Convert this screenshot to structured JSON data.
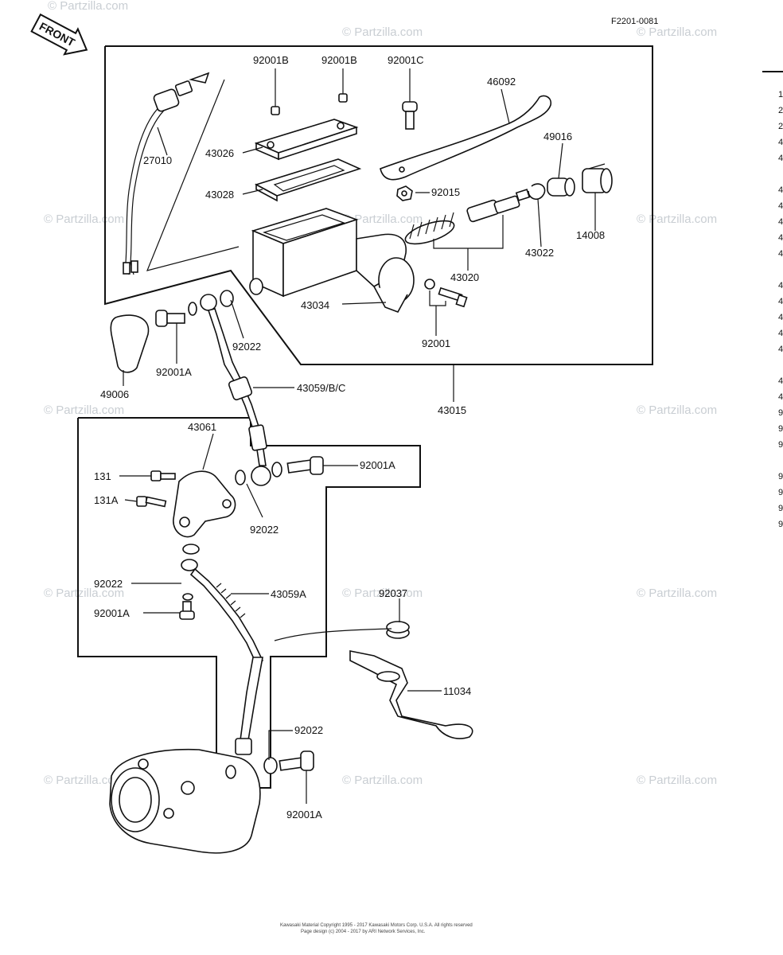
{
  "diagram_id": "F2201-0081",
  "front_label": "FRONT",
  "watermark": "© Partzilla.com",
  "footer": {
    "line1": "Kawasaki Material Copyright 1995 - 2017 Kawasaki Motors Corp. U.S.A. All rights reserved",
    "line2": "Page design (c) 2004 - 2017 by ARI Network Services, Inc."
  },
  "callouts": {
    "p92001B_a": "92001B",
    "p92001B_b": "92001B",
    "p92001C": "92001C",
    "p46092": "46092",
    "p27010": "27010",
    "p43026": "43026",
    "p43028": "43028",
    "p49016": "49016",
    "p92015": "92015",
    "p14008": "14008",
    "p43022": "43022",
    "p43020": "43020",
    "p43034": "43034",
    "p92001": "92001",
    "p92022_a": "92022",
    "p92001A_a": "92001A",
    "p49006": "49006",
    "p43059BC": "43059/B/C",
    "p43015": "43015",
    "p43061": "43061",
    "p131": "131",
    "p131A": "131A",
    "p92001A_b": "92001A",
    "p92022_b": "92022",
    "p92037": "92037",
    "p92022_c": "92022",
    "p43059A": "43059A",
    "p92001A_c": "92001A",
    "p11034": "11034",
    "p92022_d": "92022",
    "p92001A_d": "92001A"
  },
  "side_index": [
    "1",
    "2",
    "2",
    "4",
    "4",
    "4",
    "4",
    "4",
    "4",
    "4",
    "4",
    "4",
    "4",
    "4",
    "4",
    "4",
    "4",
    "9",
    "9",
    "9",
    "9",
    "9",
    "9",
    "9"
  ]
}
